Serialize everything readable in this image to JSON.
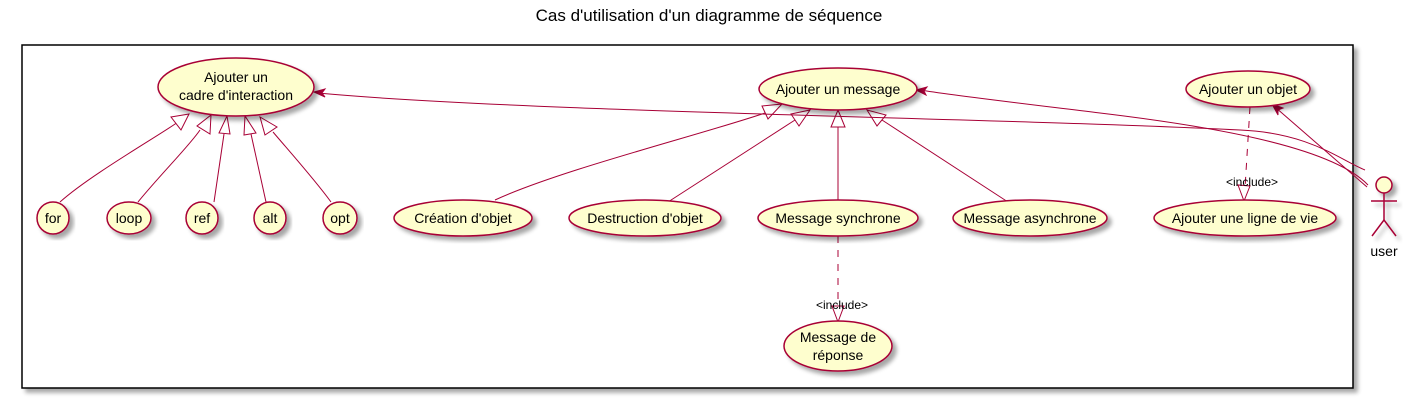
{
  "title": "Cas d'utilisation d'un diagramme de séquence",
  "actor": {
    "label": "user"
  },
  "use_cases": {
    "cadre_line1": "Ajouter un",
    "cadre_line2": "cadre d'interaction",
    "ajouter_message": "Ajouter un message",
    "ajouter_objet": "Ajouter un objet",
    "ligne_de_vie": "Ajouter une ligne de vie",
    "for": "for",
    "loop": "loop",
    "ref": "ref",
    "alt": "alt",
    "opt": "opt",
    "creation": "Création d'objet",
    "destruction": "Destruction d'objet",
    "synchrone": "Message synchrone",
    "asynchrone": "Message asynchrone",
    "reponse_line1": "Message de",
    "reponse_line2": "réponse"
  },
  "relations": {
    "include_objet": "<include>",
    "include_reponse": "<include>"
  },
  "colors": {
    "usecase_fill": "#FEFECE",
    "border": "#A80036",
    "text": "#000000"
  }
}
